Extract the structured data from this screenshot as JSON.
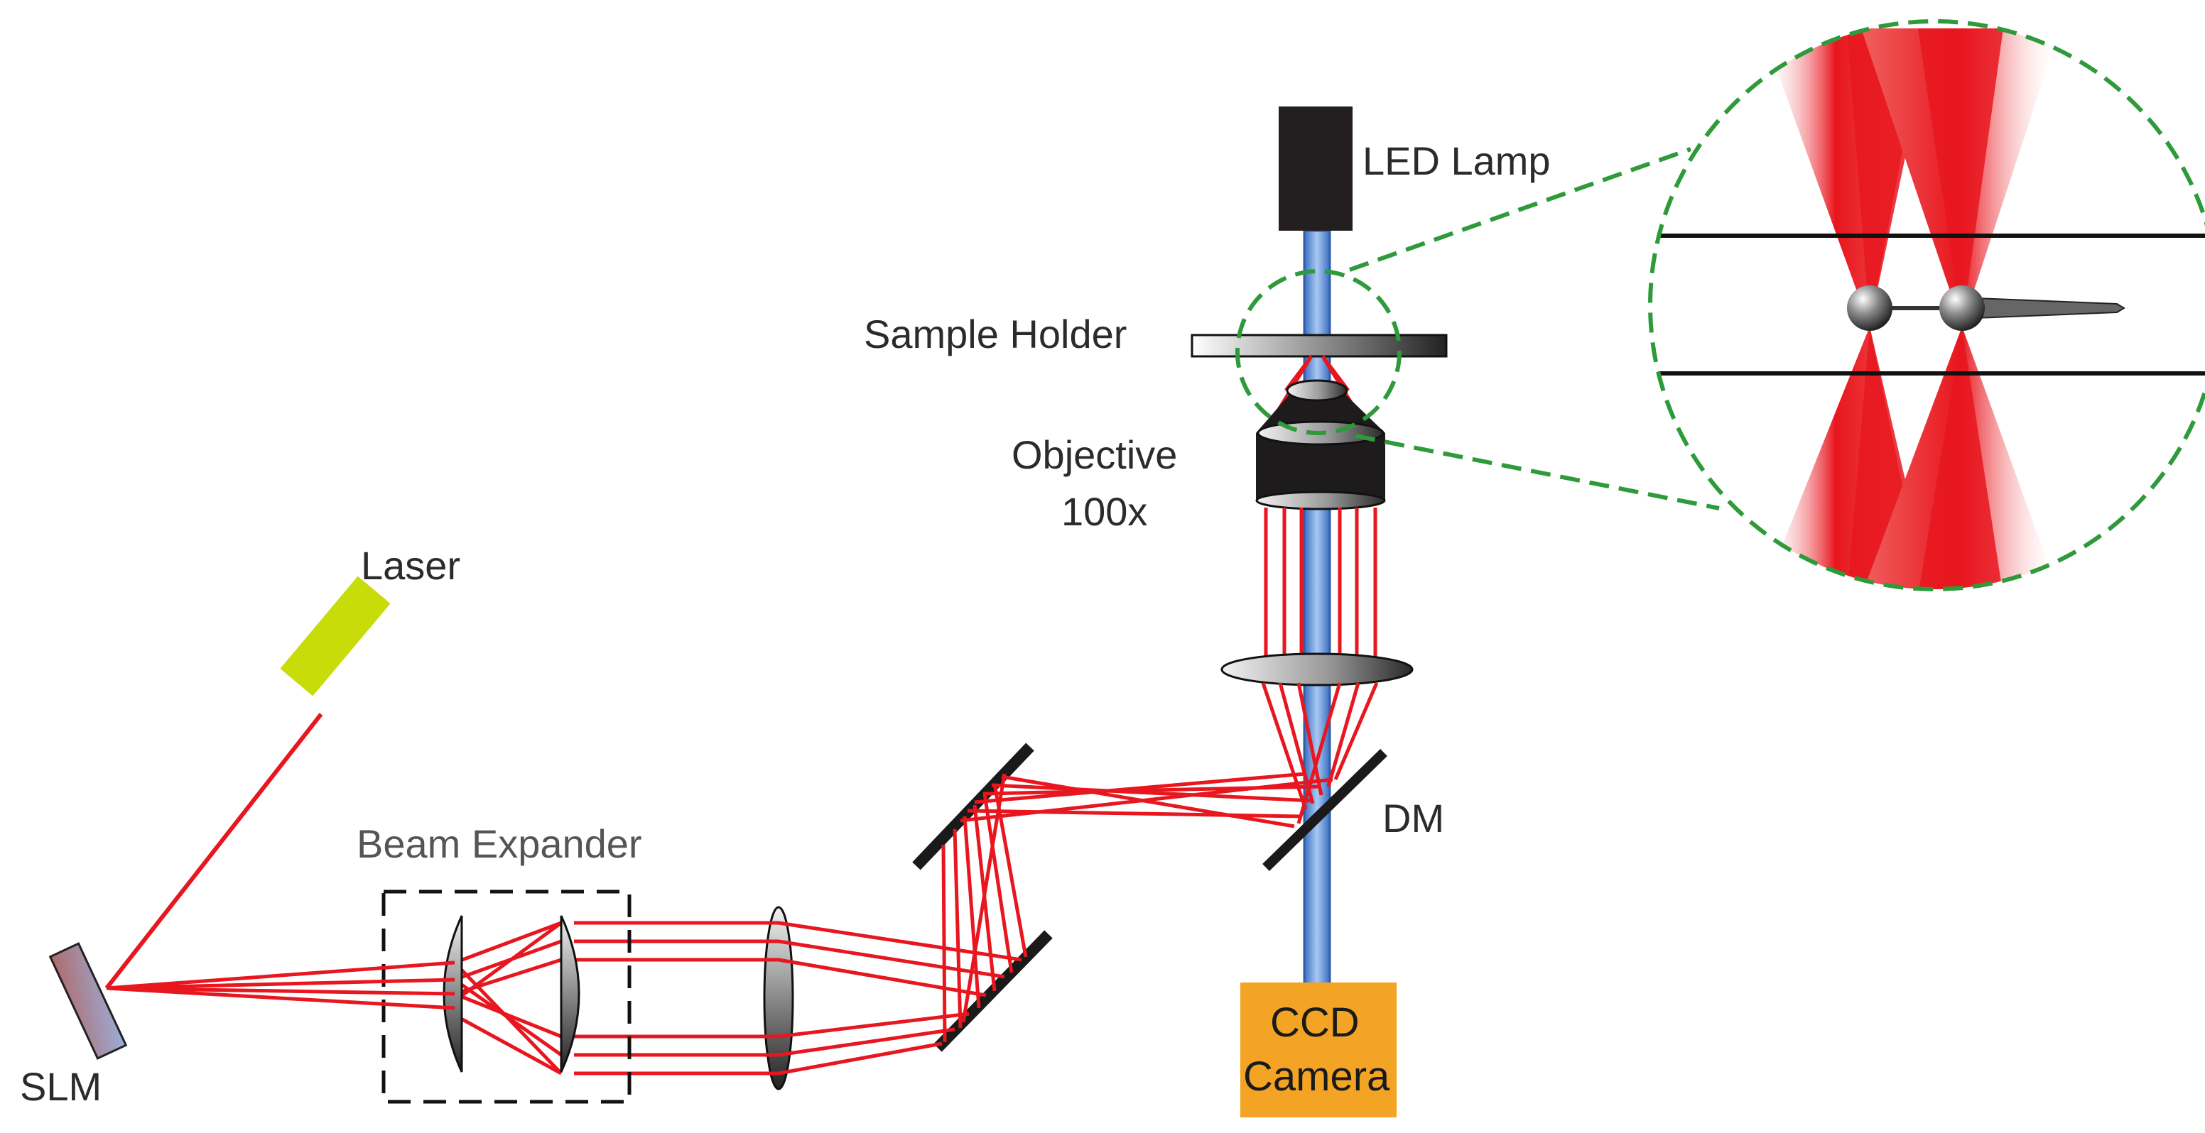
{
  "labels": {
    "led_lamp": "LED Lamp",
    "sample_holder": "Sample Holder",
    "objective_line1": "Objective",
    "objective_line2": "100x",
    "laser": "Laser",
    "beam_expander": "Beam Expander",
    "dm": "DM",
    "slm": "SLM",
    "ccd_line1": "CCD",
    "ccd_line2": "Camera"
  },
  "colors": {
    "laser_beam": "#e8161e",
    "illumination_beam": "#5b8fd6",
    "laser_body": "#c8dc0a",
    "camera_body": "#f3a424",
    "lamp_body": "#231f20",
    "zoom_outline": "#2e9a3a",
    "mirror": "#1a1a1a"
  }
}
